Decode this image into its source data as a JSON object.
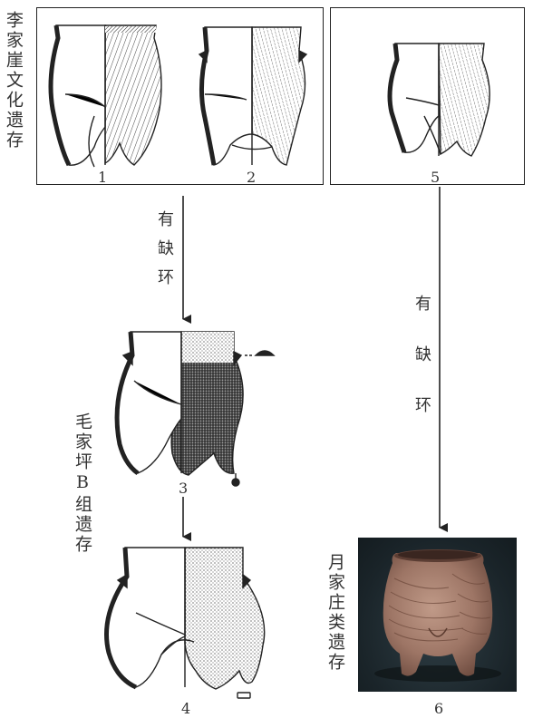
{
  "labels": {
    "lijiaya": "李家崖文化遗存",
    "maojiaping": "毛家坪B组遗存",
    "yuejiazhuang": "月家庄类遗存",
    "arrow_left": "有缺环",
    "arrow_right": "有缺环"
  },
  "numbers": {
    "n1": "1",
    "n2": "2",
    "n3": "3",
    "n4": "4",
    "n5": "5",
    "n6": "6"
  },
  "colors": {
    "line": "#222222",
    "photo_bg": "#1a2429",
    "pottery": "#a0786a"
  }
}
